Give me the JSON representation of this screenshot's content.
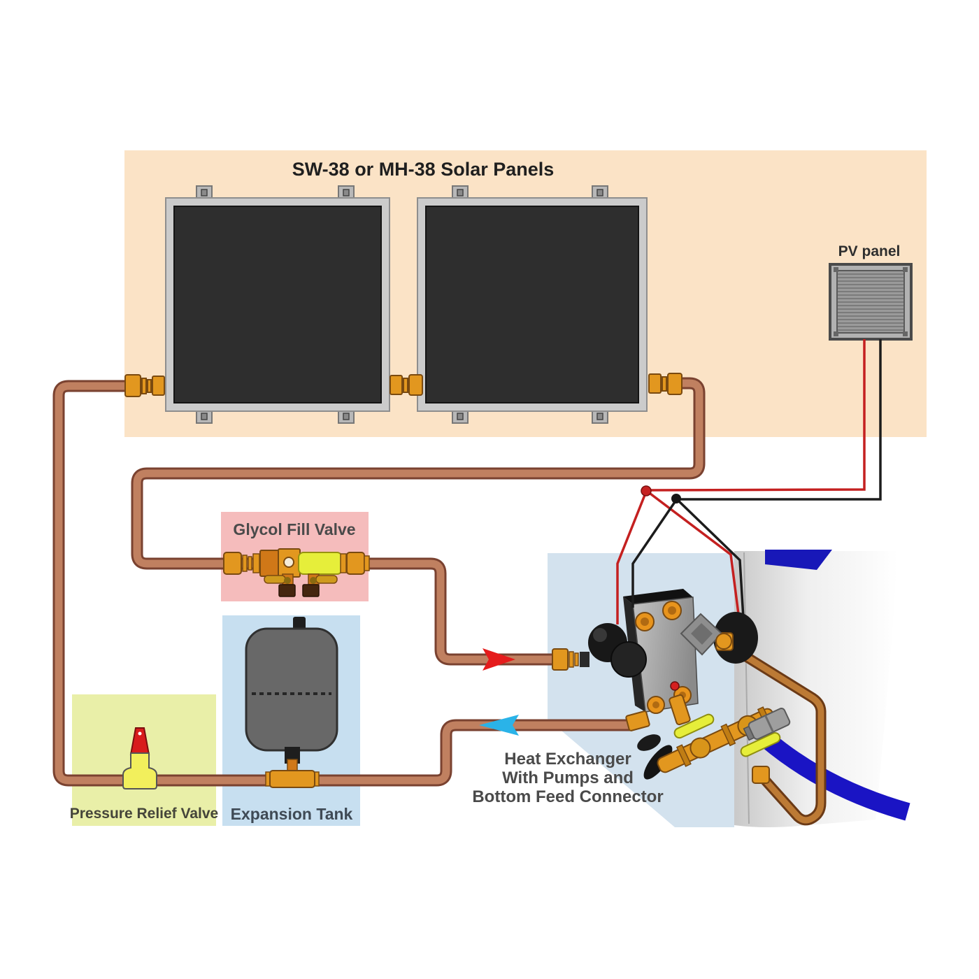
{
  "title": "SW-38 or MH-38 Solar Panels",
  "labels": {
    "pv_panel": "PV panel",
    "glycol_fill_valve": "Glycol Fill Valve",
    "pressure_relief_valve": "Pressure Relief Valve",
    "expansion_tank": "Expansion Tank",
    "heat_exchanger": [
      "Heat Exchanger",
      "With Pumps and",
      "Bottom Feed Connector"
    ]
  },
  "colors": {
    "background": "#ffffff",
    "solar_array_box": "#fbe3c6",
    "glycol_box": "#f5bcbc",
    "expansion_box": "#c7dff0",
    "relief_box": "#e9efa8",
    "exchanger_backdrop": "#d3e2ee",
    "pipe_copper": "#c08060",
    "pipe_copper_outline": "#7a4230",
    "pipe_copper_bright": "#bc7a35",
    "wire_red": "#c42020",
    "wire_black": "#1c1c1c",
    "arrow_hot": "#e51c1c",
    "arrow_cold": "#2ab3e8",
    "brass": "#e2971f",
    "valve_yellow": "#e6ee3a",
    "relief_valve_red": "#d81c1c",
    "panel_absorber": "#2e2e2e",
    "panel_frame": "#cbcbcb",
    "expansion_tank_gray": "#686868",
    "storage_tank_blue": "#1818bf"
  }
}
